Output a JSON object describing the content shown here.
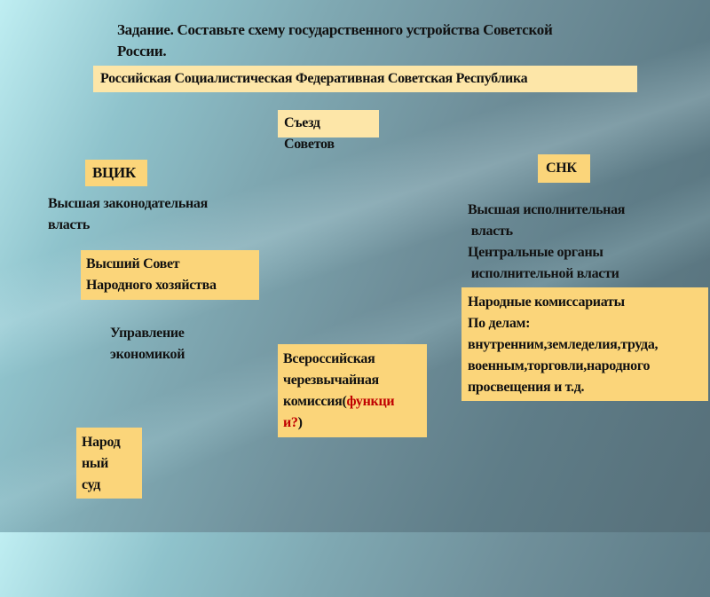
{
  "task": {
    "line1": "Задание. Составьте схему  государственного устройства Советской",
    "line2": "России."
  },
  "rsfsr": "Российская Социалистическая Федеративная Советская Республика",
  "congress": "Съезд Советов",
  "vtsik": {
    "label": "ВЦИК",
    "desc1": "Высшая законодательная",
    "desc2": "власть"
  },
  "vsnh": {
    "line1": "Высший Совет",
    "line2": "Народного  хозяйства"
  },
  "economy": {
    "line1": "Управление",
    "line2": "экономикой"
  },
  "court": {
    "line1": "Народ",
    "line2": "ный",
    "line3": "суд"
  },
  "cheka": {
    "line1": "Всероссийская",
    "line2": "черезвычайная",
    "line3a": "комиссия(",
    "line3b": "функци",
    "line4a": "и?",
    ")": ")",
    "line4b": ")"
  },
  "snk": {
    "label": "СНК",
    "desc1": "Высшая исполнительная",
    "desc2": " власть",
    "desc3": "Центральные органы",
    "desc4": " исполнительной власти"
  },
  "commissariats": {
    "line1": "Народные комиссариаты",
    "line2": "По делам:",
    "line3": "внутренним,земледелия,труда,",
    "line4": "военным,торговли,народного",
    "line5": "просвещения и т.д."
  },
  "colors": {
    "box": "#fbd57a",
    "box_light": "#fde6a8",
    "highlight": "#c00000"
  }
}
